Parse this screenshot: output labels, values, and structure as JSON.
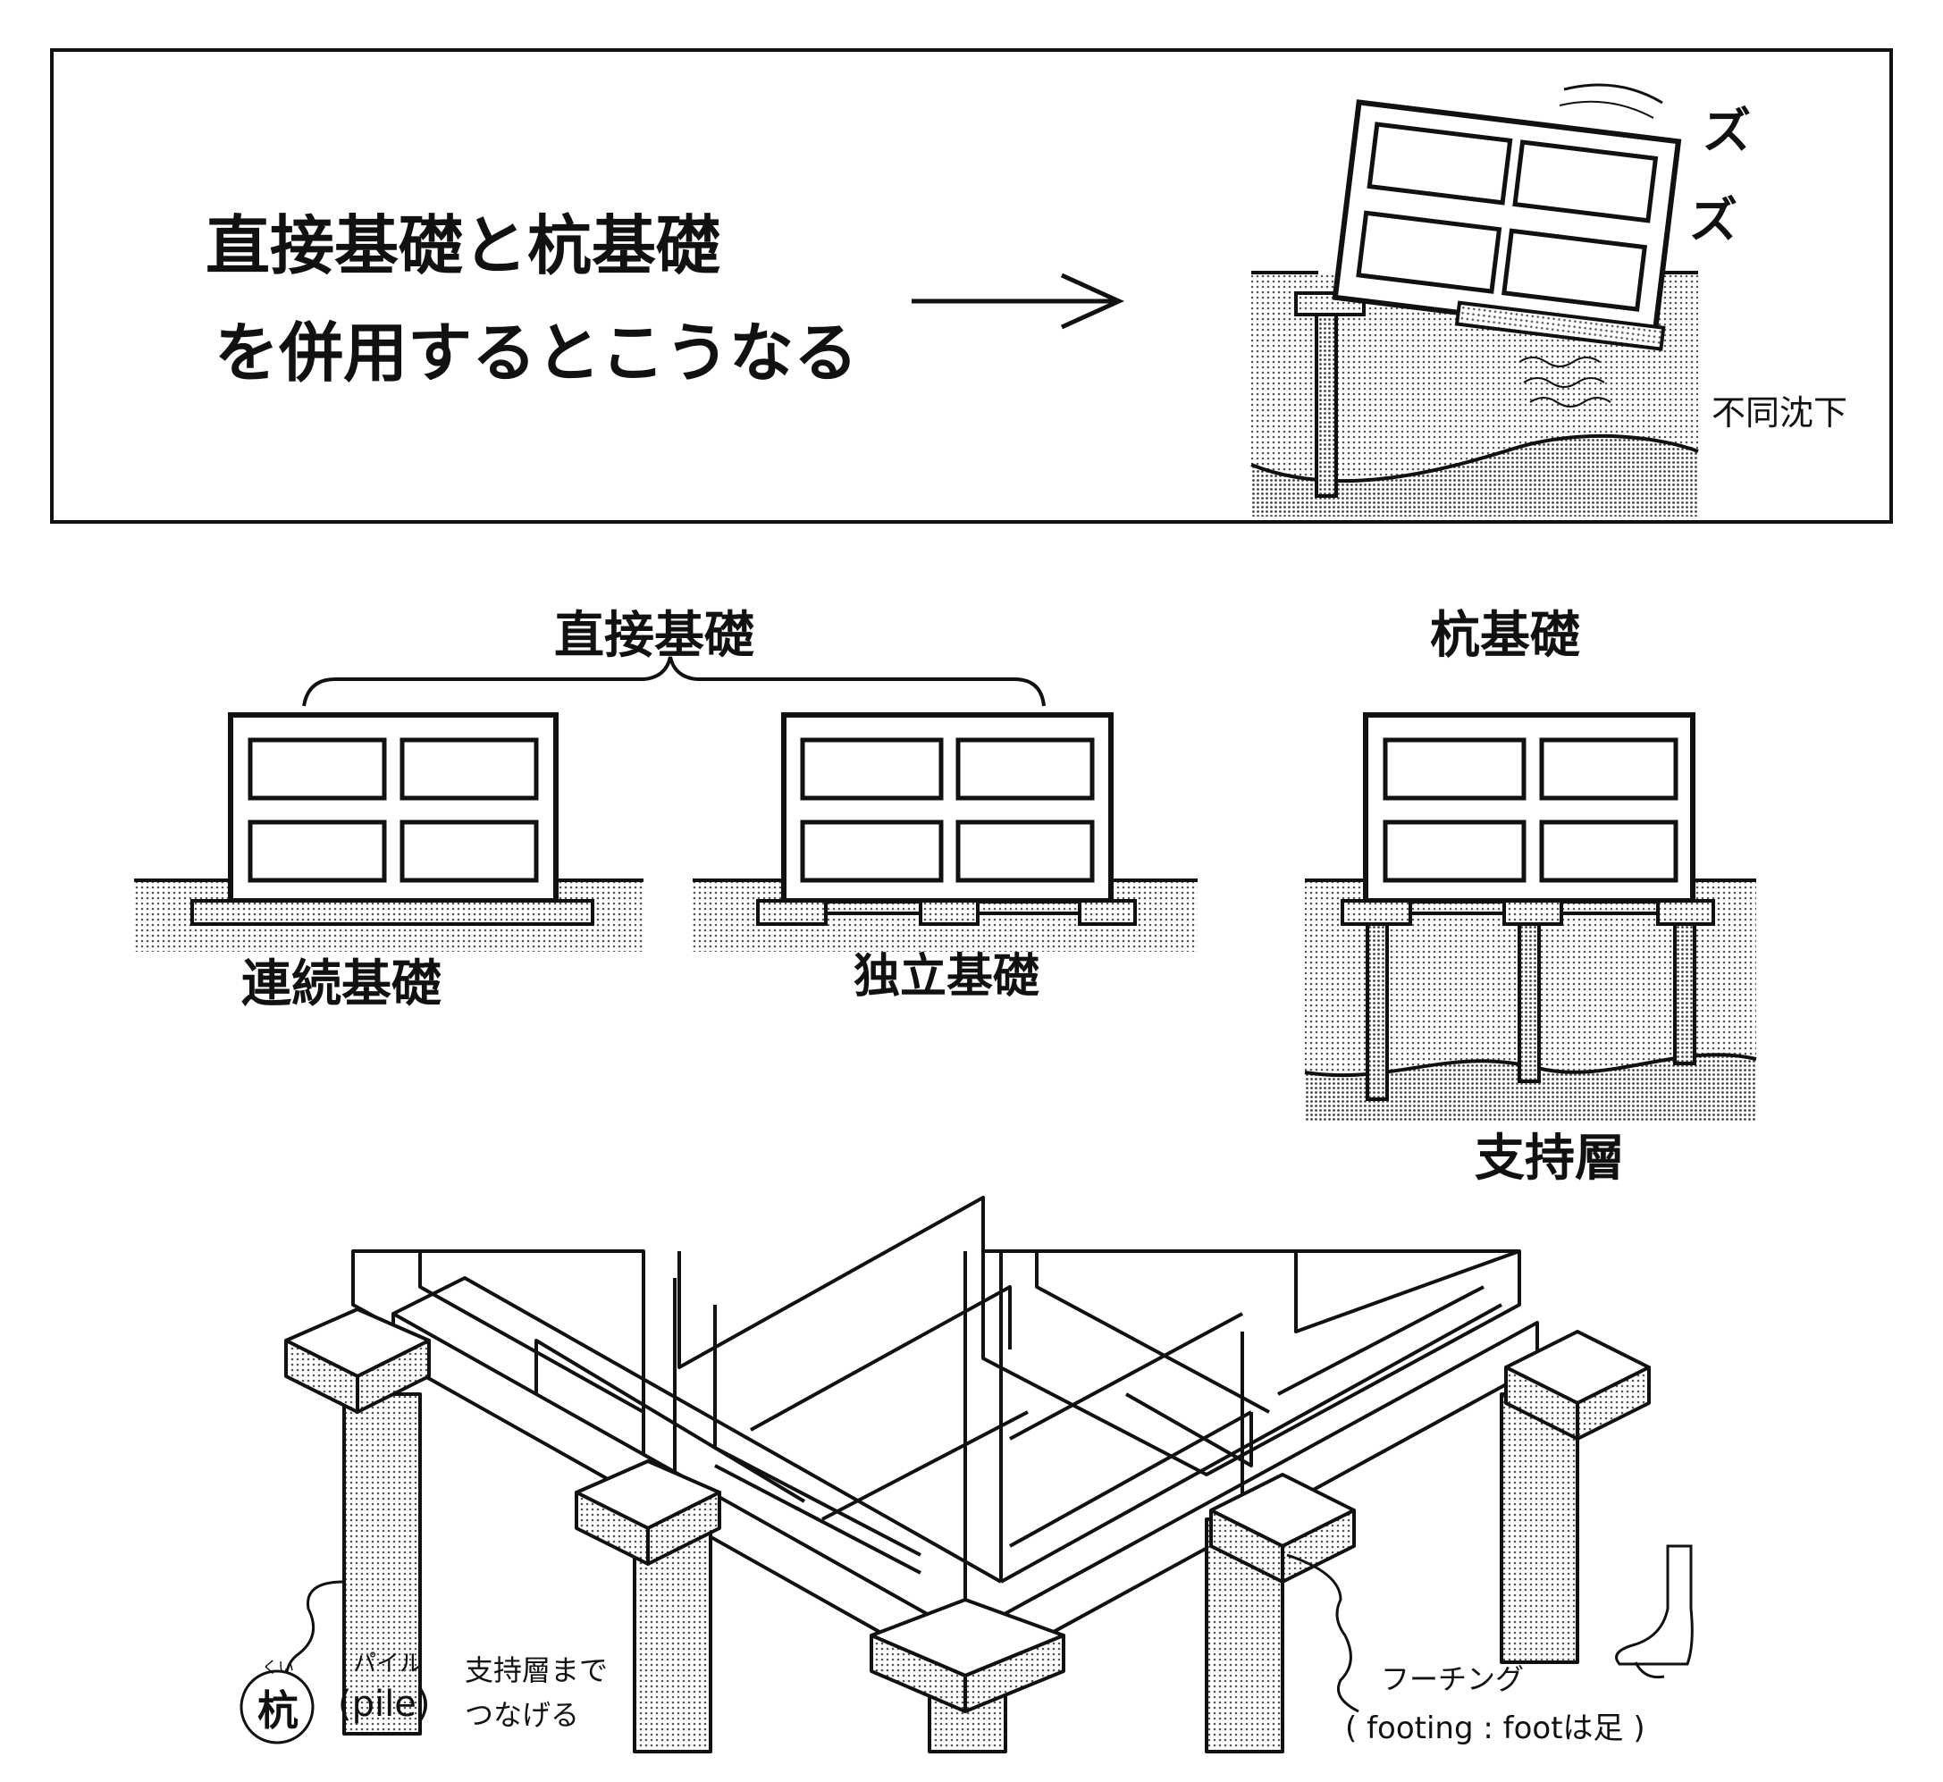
{
  "top_panel": {
    "headline_line1": "直接基礎と杭基礎",
    "headline_line2": "を併用するとこうなる",
    "sfx_1": "ズ",
    "sfx_2": "ズ",
    "settlement_label": "不同沈下"
  },
  "comparison": {
    "direct_title": "直接基礎",
    "pile_title": "杭基礎",
    "continuous_label": "連続基礎",
    "independent_label": "独立基礎",
    "bearing_layer_label": "支持層"
  },
  "bottom_illustration": {
    "pile_kanji": "杭",
    "pile_ruby": "くい",
    "pile_reading": "パイル",
    "pile_english": "(pile)",
    "pile_note_line1": "支持層まで",
    "pile_note_line2": "つなげる",
    "footing_reading": "フーチング",
    "footing_english": "( footing : footは足 )"
  },
  "colors": {
    "ink": "#111111",
    "ground_tone": "#d4d4d4",
    "paper": "#ffffff"
  }
}
